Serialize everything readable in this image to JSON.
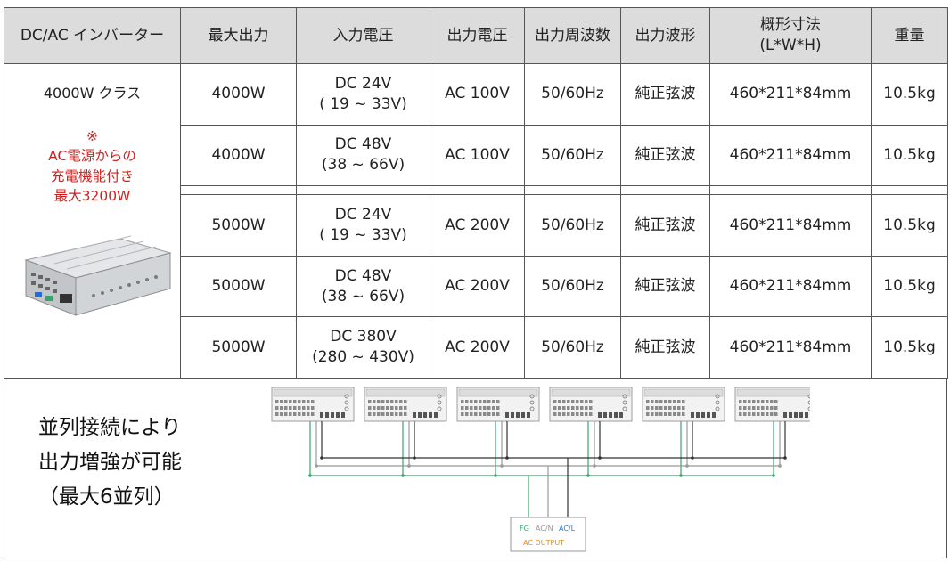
{
  "headers": {
    "inverter": "DC/AC インバーター",
    "max_output": "最大出力",
    "input_voltage": "入力電圧",
    "output_voltage": "出力電圧",
    "output_frequency": "出力周波数",
    "output_waveform": "出力波形",
    "dimensions_l1": "概形寸法",
    "dimensions_l2": "(L*W*H)",
    "weight": "重量"
  },
  "lead": {
    "class_label": "4000W クラス",
    "mark": "※",
    "note_line1": "AC電源からの",
    "note_line2": "充電機能付き",
    "note_line3": "最大3200W",
    "image_icon": "power-supply-unit-photo"
  },
  "rows": [
    {
      "max_output": "4000W",
      "input_l1": "DC 24V",
      "input_l2": "( 19 ~ 33V)",
      "output_voltage": "AC 100V",
      "frequency": "50/60Hz",
      "waveform": "純正弦波",
      "dimensions": "460*211*84mm",
      "weight": "10.5kg"
    },
    {
      "max_output": "4000W",
      "input_l1": "DC 48V",
      "input_l2": "(38 ~ 66V)",
      "output_voltage": "AC 100V",
      "frequency": "50/60Hz",
      "waveform": "純正弦波",
      "dimensions": "460*211*84mm",
      "weight": "10.5kg"
    },
    {
      "max_output": "5000W",
      "input_l1": "DC 24V",
      "input_l2": "( 19 ~ 33V)",
      "output_voltage": "AC 200V",
      "frequency": "50/60Hz",
      "waveform": "純正弦波",
      "dimensions": "460*211*84mm",
      "weight": "10.5kg"
    },
    {
      "max_output": "5000W",
      "input_l1": "DC 48V",
      "input_l2": "(38 ~ 66V)",
      "output_voltage": "AC 200V",
      "frequency": "50/60Hz",
      "waveform": "純正弦波",
      "dimensions": "460*211*84mm",
      "weight": "10.5kg"
    },
    {
      "max_output": "5000W",
      "input_l1": "DC 380V",
      "input_l2": "(280 ~ 430V)",
      "output_voltage": "AC 200V",
      "frequency": "50/60Hz",
      "waveform": "純正弦波",
      "dimensions": "460*211*84mm",
      "weight": "10.5kg"
    }
  ],
  "parallel": {
    "line1": "並列接続により",
    "line2": "出力増強が可能",
    "line3": "（最大6並列）"
  },
  "diagram": {
    "unit_count": 6,
    "fg_label": "FG",
    "acn_label": "AC/N",
    "acl_label": "AC/L",
    "output_label": "AC OUTPUT",
    "colors": {
      "fg": "#3aa36b",
      "acn": "#999999",
      "acl": "#333333",
      "output_text": "#e08a1e",
      "terminal_acl": "#2a7bd4"
    }
  }
}
